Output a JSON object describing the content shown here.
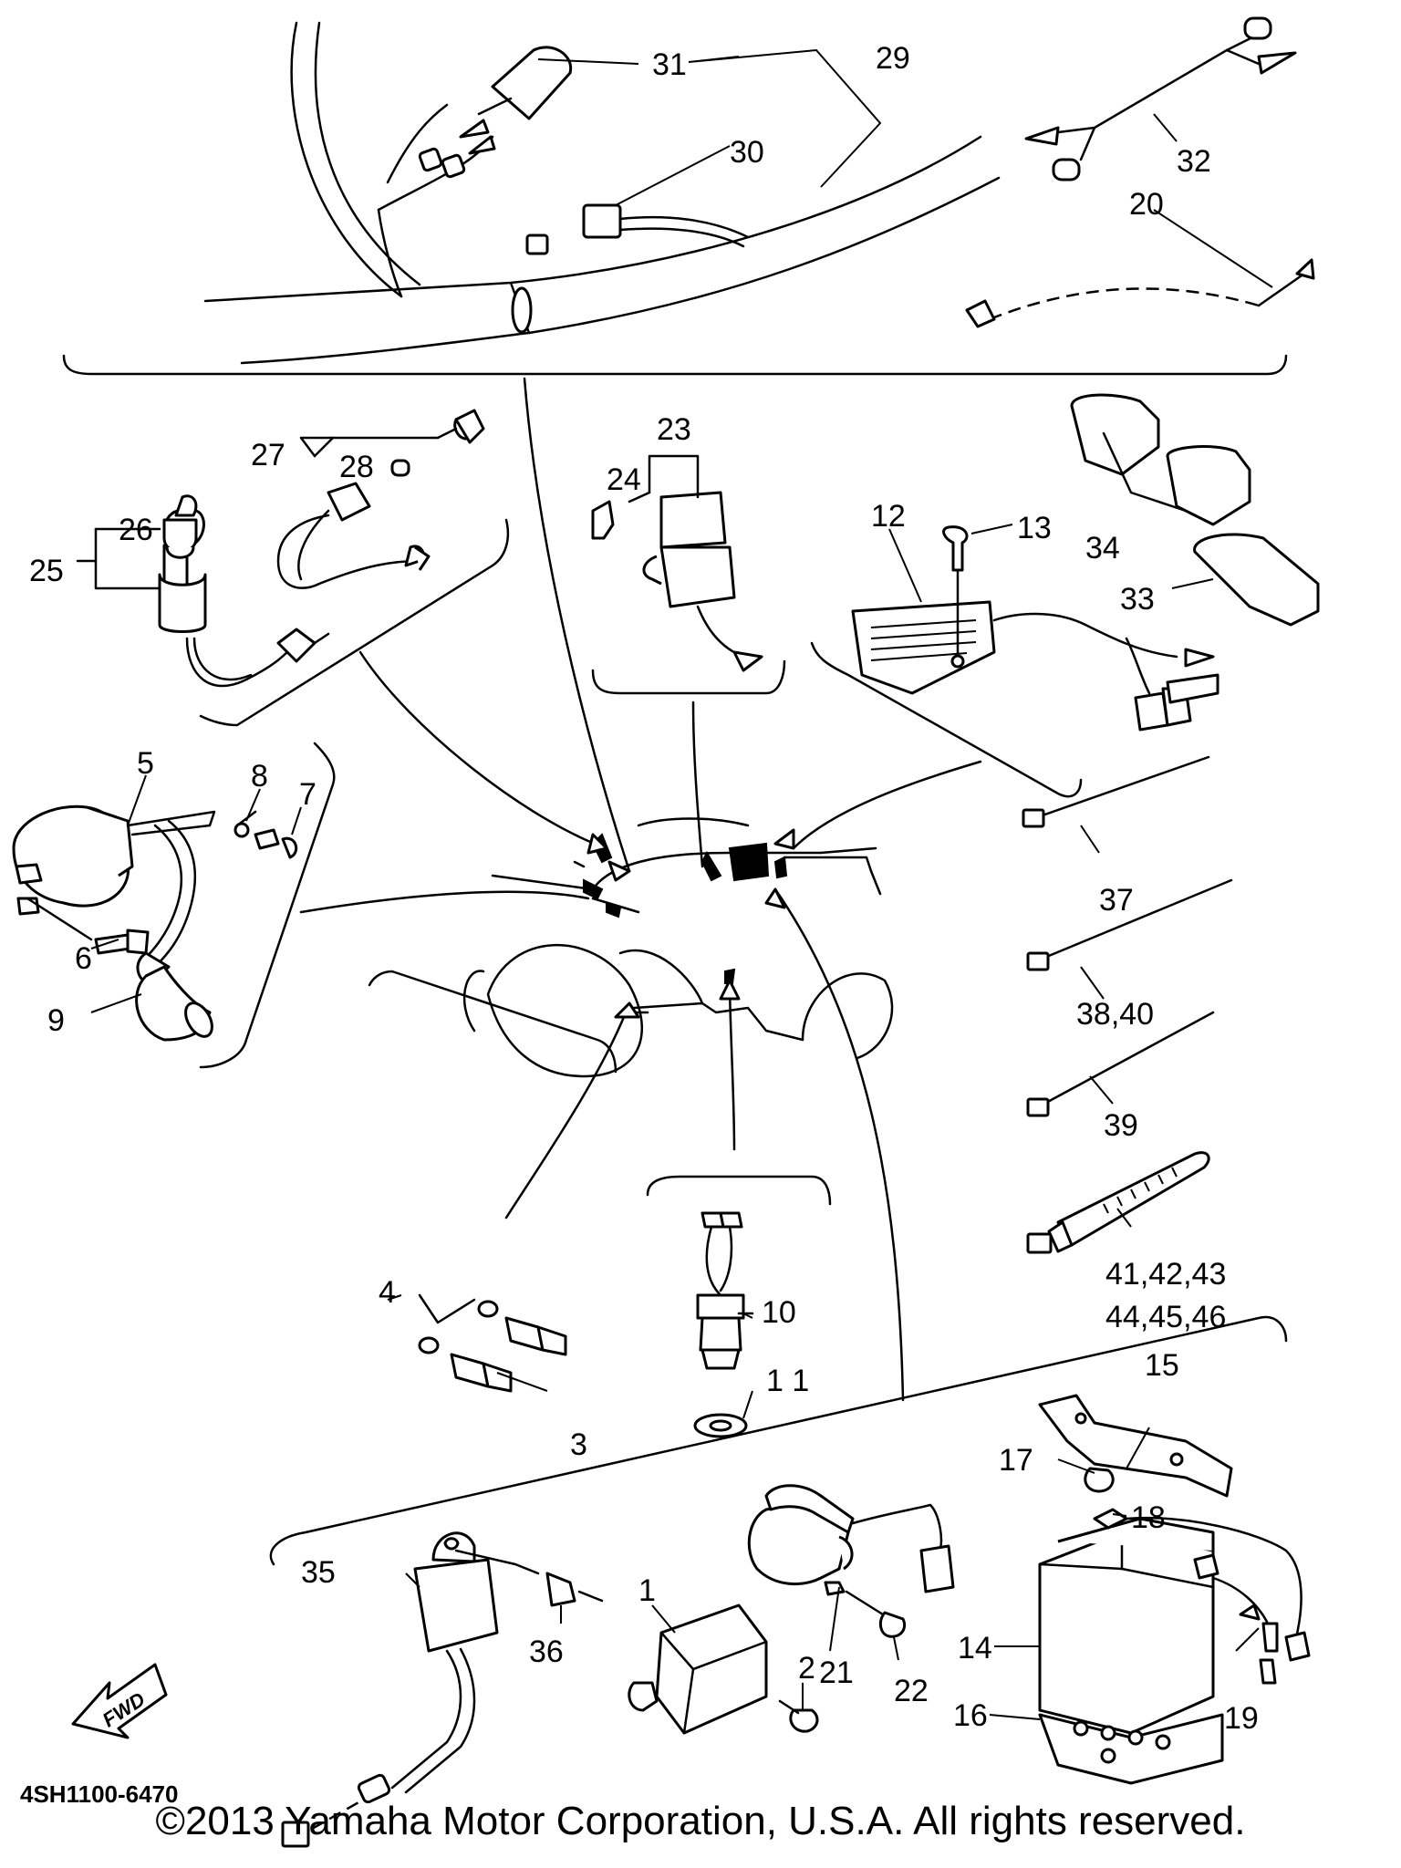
{
  "diagram": {
    "drawing_code": "4SH1100-6470",
    "fwd_arrow_label": "FWD",
    "copyright": "©2013 Yamaha Motor Corporation, U.S.A. All rights reserved.",
    "labels": {
      "l1": "1",
      "l2": "2",
      "l3": "3",
      "l4": "4",
      "l5": "5",
      "l6": "6",
      "l7": "7",
      "l8": "8",
      "l9": "9",
      "l10": "10",
      "l11": "1 1",
      "l12": "12",
      "l13": "13",
      "l14": "14",
      "l15": "15",
      "l16": "16",
      "l17": "17",
      "l18": "18",
      "l19": "19",
      "l20": "20",
      "l21": "21",
      "l22": "22",
      "l23": "23",
      "l24": "24",
      "l25": "25",
      "l26": "26",
      "l27": "27",
      "l28": "28",
      "l29": "29",
      "l30": "30",
      "l31": "31",
      "l32": "32",
      "l33": "33",
      "l34": "34",
      "l35": "35",
      "l36": "36",
      "l37": "37",
      "l38_40": "38,40",
      "l39": "39",
      "l41_43": "41,42,43",
      "l44_46": "44,45,46"
    }
  }
}
